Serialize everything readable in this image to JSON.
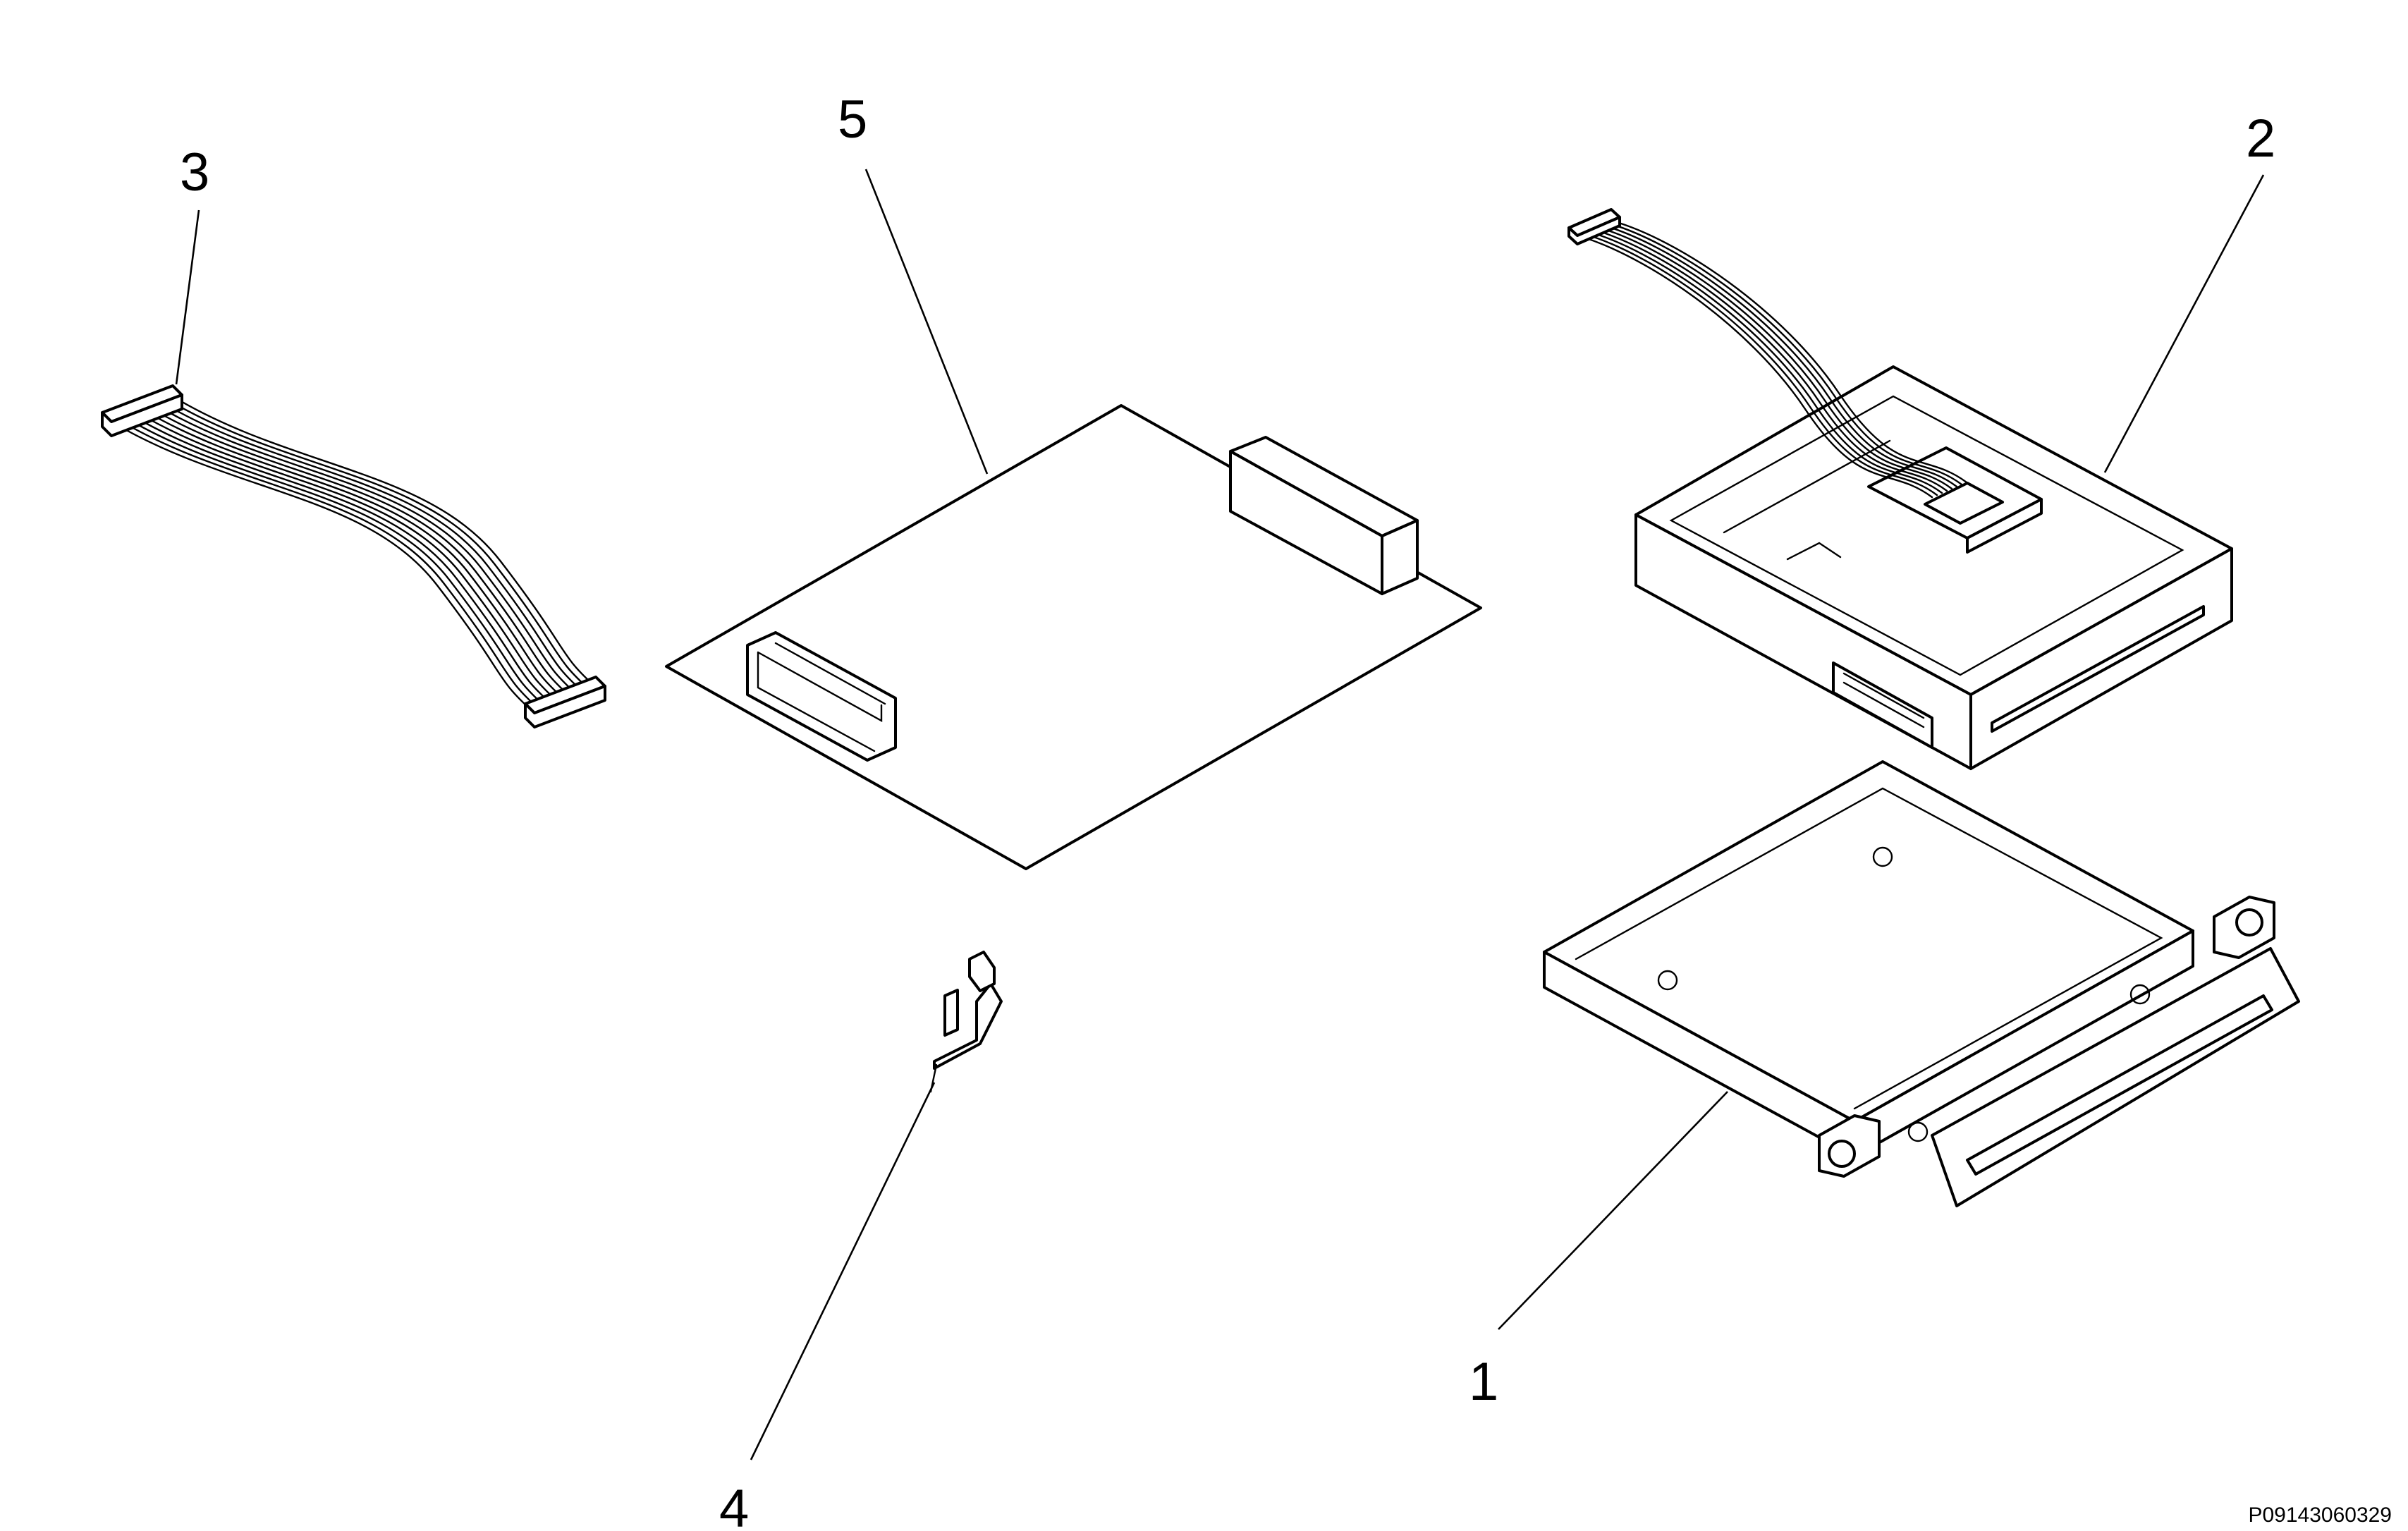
{
  "diagram": {
    "callouts": [
      {
        "id": "1",
        "label": "1"
      },
      {
        "id": "2",
        "label": "2"
      },
      {
        "id": "3",
        "label": "3"
      },
      {
        "id": "4",
        "label": "4"
      },
      {
        "id": "5",
        "label": "5"
      }
    ],
    "figure_id": "P09143060329"
  },
  "colors": {
    "line": "#000000",
    "background": "#ffffff"
  }
}
